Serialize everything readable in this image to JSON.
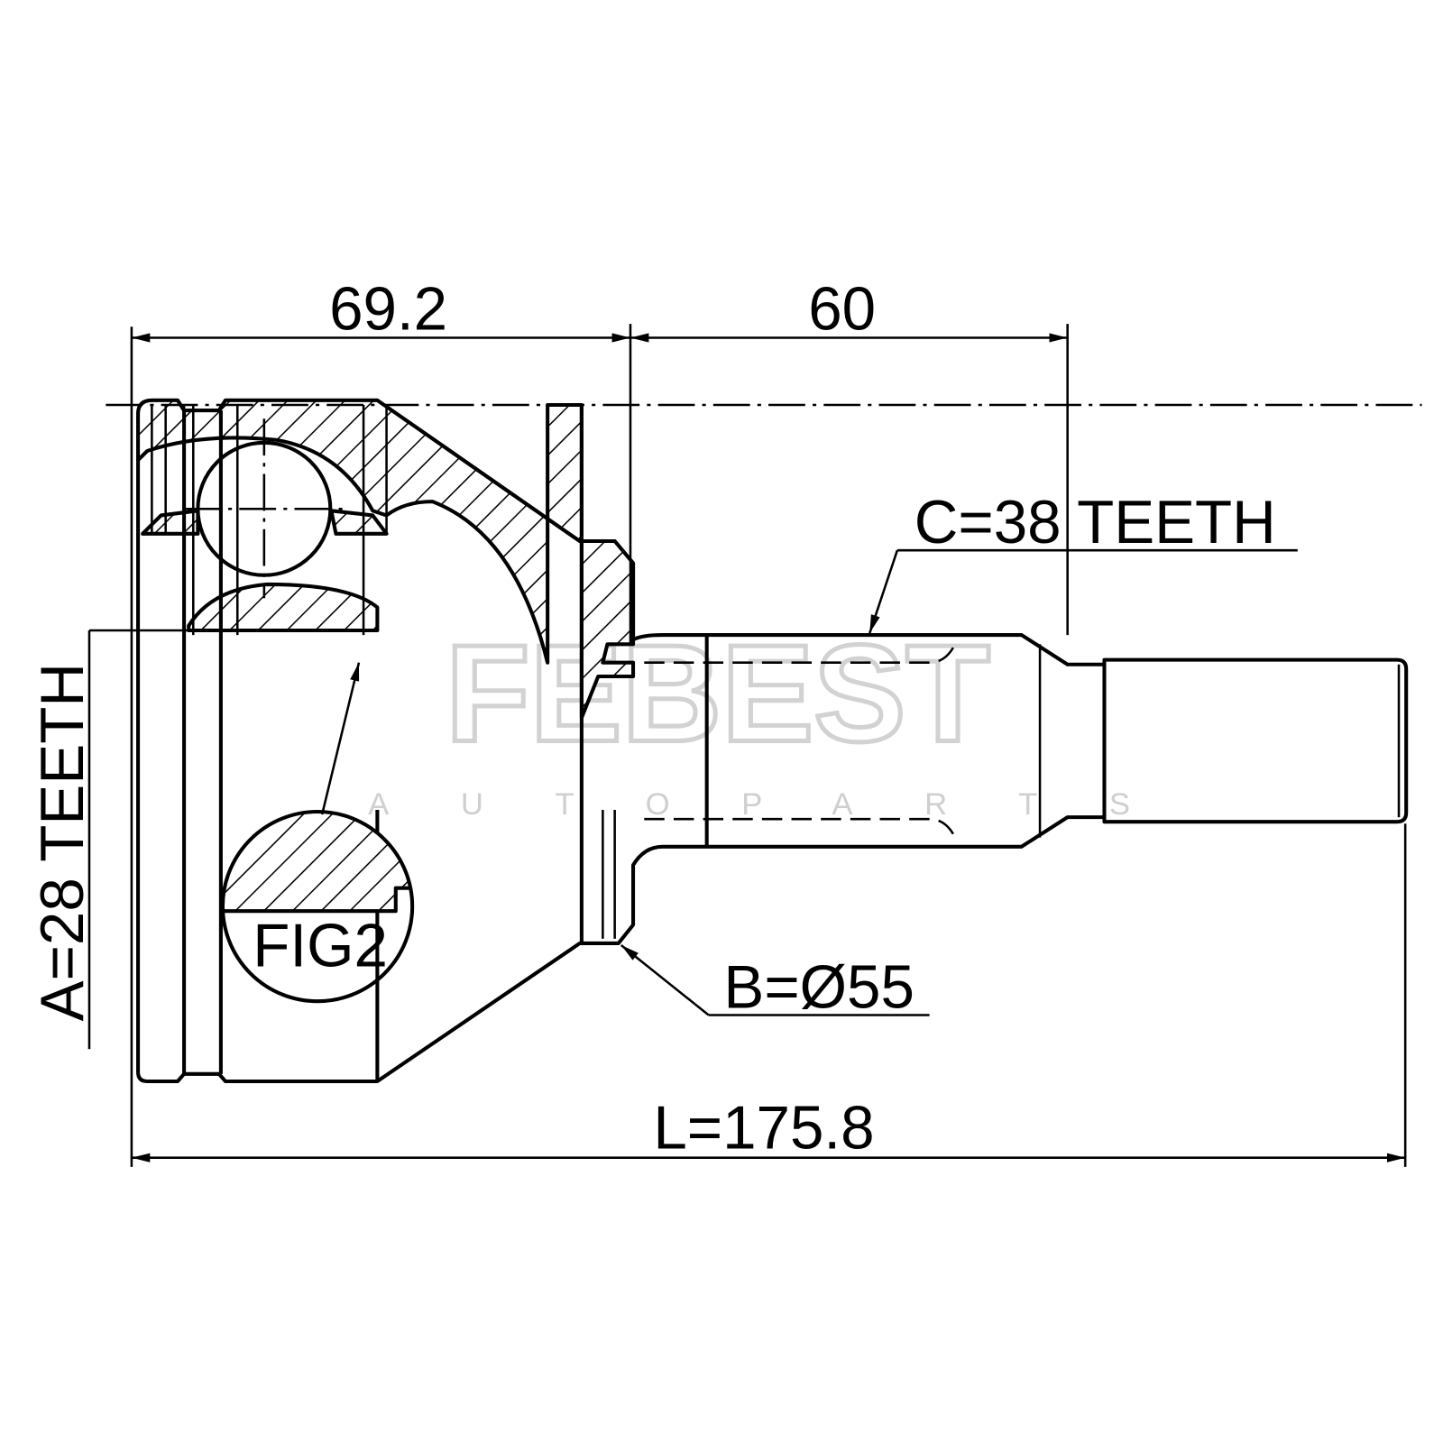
{
  "dimensions": {
    "bell_length": "69.2",
    "shaft_length": "60",
    "total_length": "L=175.8",
    "outer_spline": "C=38 TEETH",
    "abs_ring": "B=Ø55",
    "inner_spline": "A=28 TEETH",
    "detail_label": "FIG2"
  },
  "watermark": {
    "brand": "FEBEST",
    "subtitle": "AUTOPARTS"
  },
  "colors": {
    "line": "#000000",
    "watermark": "#c8c8c8"
  }
}
